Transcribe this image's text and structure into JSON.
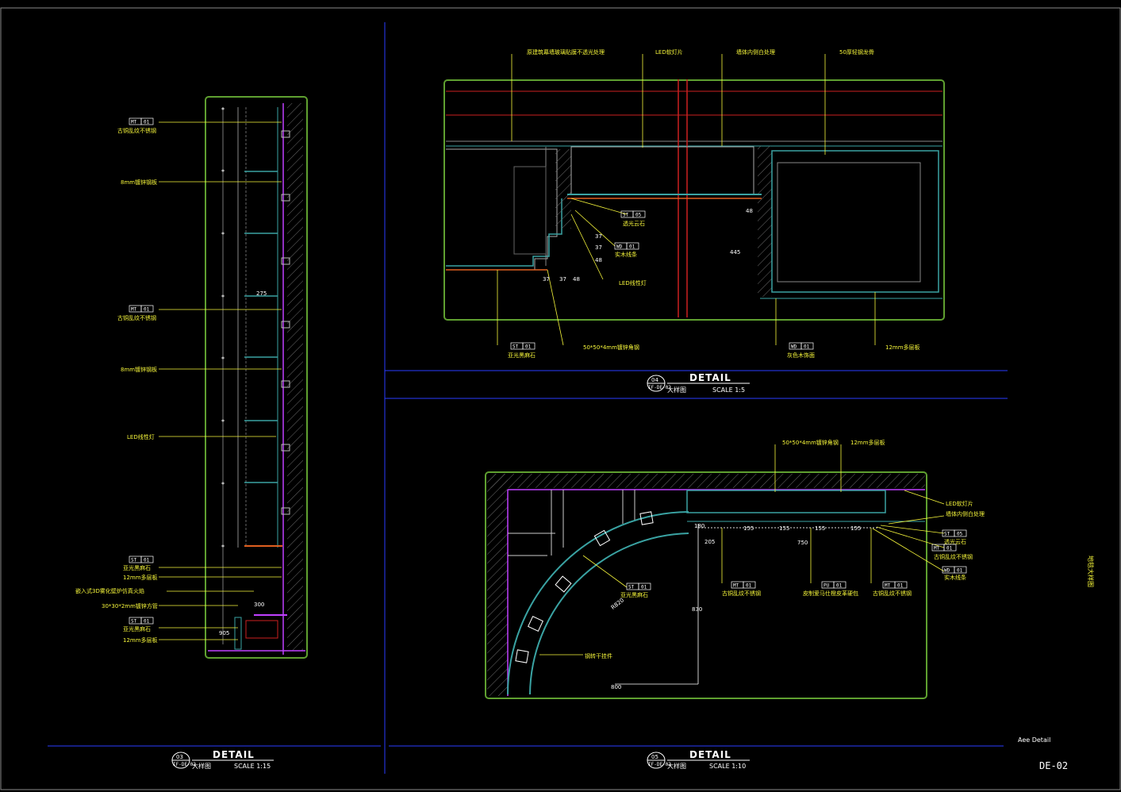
{
  "drawing": {
    "sheet_number": "DE-02",
    "sheet_title": "Aee Detail",
    "side_note": "地毯大样图"
  },
  "detail03": {
    "number": "03",
    "ref": "IF-DE-02",
    "title": "DETAIL",
    "subtitle": "大样图",
    "scale": "SCALE 1:15",
    "labels": [
      {
        "tag": "MT",
        "code": "01",
        "text": "古铜乱纹不锈钢"
      },
      {
        "tag": "",
        "code": "",
        "text": "8mm镀锌钢板"
      },
      {
        "tag": "MT",
        "code": "01",
        "text": "古铜乱纹不锈钢"
      },
      {
        "tag": "",
        "code": "",
        "text": "8mm镀锌钢板"
      },
      {
        "tag": "",
        "code": "",
        "text": "LED线性灯"
      },
      {
        "tag": "ST",
        "code": "01",
        "text": "亚光黑麻石"
      },
      {
        "tag": "",
        "code": "",
        "text": "12mm多层板"
      },
      {
        "tag": "",
        "code": "",
        "text": "嵌入式3D雾化壁炉仿真火焰"
      },
      {
        "tag": "",
        "code": "",
        "text": "30*30*2mm镀锌方管"
      },
      {
        "tag": "ST",
        "code": "01",
        "text": "亚光黑麻石"
      },
      {
        "tag": "",
        "code": "",
        "text": "12mm多层板"
      }
    ],
    "dims": [
      "275",
      "300",
      "905"
    ]
  },
  "detail04": {
    "number": "04",
    "ref": "IF-DE-02",
    "title": "DETAIL",
    "subtitle": "大样图",
    "scale": "SCALE 1:5",
    "top_labels": [
      "原建筑幕墙玻璃贴膜不透光处理",
      "LED软灯片",
      "墙体内侧白处理",
      "50厚轻钢龙骨"
    ],
    "labels": [
      {
        "tag": "ST",
        "code": "05",
        "text": "透光云石"
      },
      {
        "tag": "WD",
        "code": "01",
        "text": "实木线条"
      },
      {
        "tag": "",
        "code": "",
        "text": "LED线性灯"
      },
      {
        "tag": "ST",
        "code": "01",
        "text": "亚光黑麻石"
      },
      {
        "tag": "",
        "code": "",
        "text": "50*50*4mm镀锌角钢"
      },
      {
        "tag": "WD",
        "code": "01",
        "text": "灰色木饰面"
      },
      {
        "tag": "",
        "code": "",
        "text": "12mm多层板"
      }
    ],
    "dims": [
      "37",
      "37",
      "48",
      "37",
      "48",
      "37",
      "48",
      "445"
    ]
  },
  "detail05": {
    "number": "05",
    "ref": "IF-DE-02",
    "title": "DETAIL",
    "subtitle": "大样图",
    "scale": "SCALE 1:10",
    "top_labels": [
      "50*50*4mm镀锌角钢",
      "12mm多层板"
    ],
    "right_labels": [
      {
        "tag": "",
        "code": "",
        "text": "LED软灯片"
      },
      {
        "tag": "",
        "code": "",
        "text": "墙体内侧白处理"
      },
      {
        "tag": "ST",
        "code": "05",
        "text": "透光云石"
      },
      {
        "tag": "MT",
        "code": "01",
        "text": "古铜乱纹不锈钢"
      },
      {
        "tag": "WD",
        "code": "01",
        "text": "实木线条"
      }
    ],
    "bottom_labels": [
      {
        "tag": "ST",
        "code": "01",
        "text": "亚光黑麻石"
      },
      {
        "tag": "MT",
        "code": "01",
        "text": "古铜乱纹不锈钢"
      },
      {
        "tag": "PU",
        "code": "01",
        "text": "皮制爱马仕橙皮革硬包"
      },
      {
        "tag": "MT",
        "code": "01",
        "text": "古铜乱纹不锈钢"
      }
    ],
    "left_label": "钢转干挂件",
    "radius": "R820",
    "dims": [
      "180",
      "205",
      "155",
      "155",
      "155",
      "155",
      "750",
      "830",
      "800"
    ]
  }
}
